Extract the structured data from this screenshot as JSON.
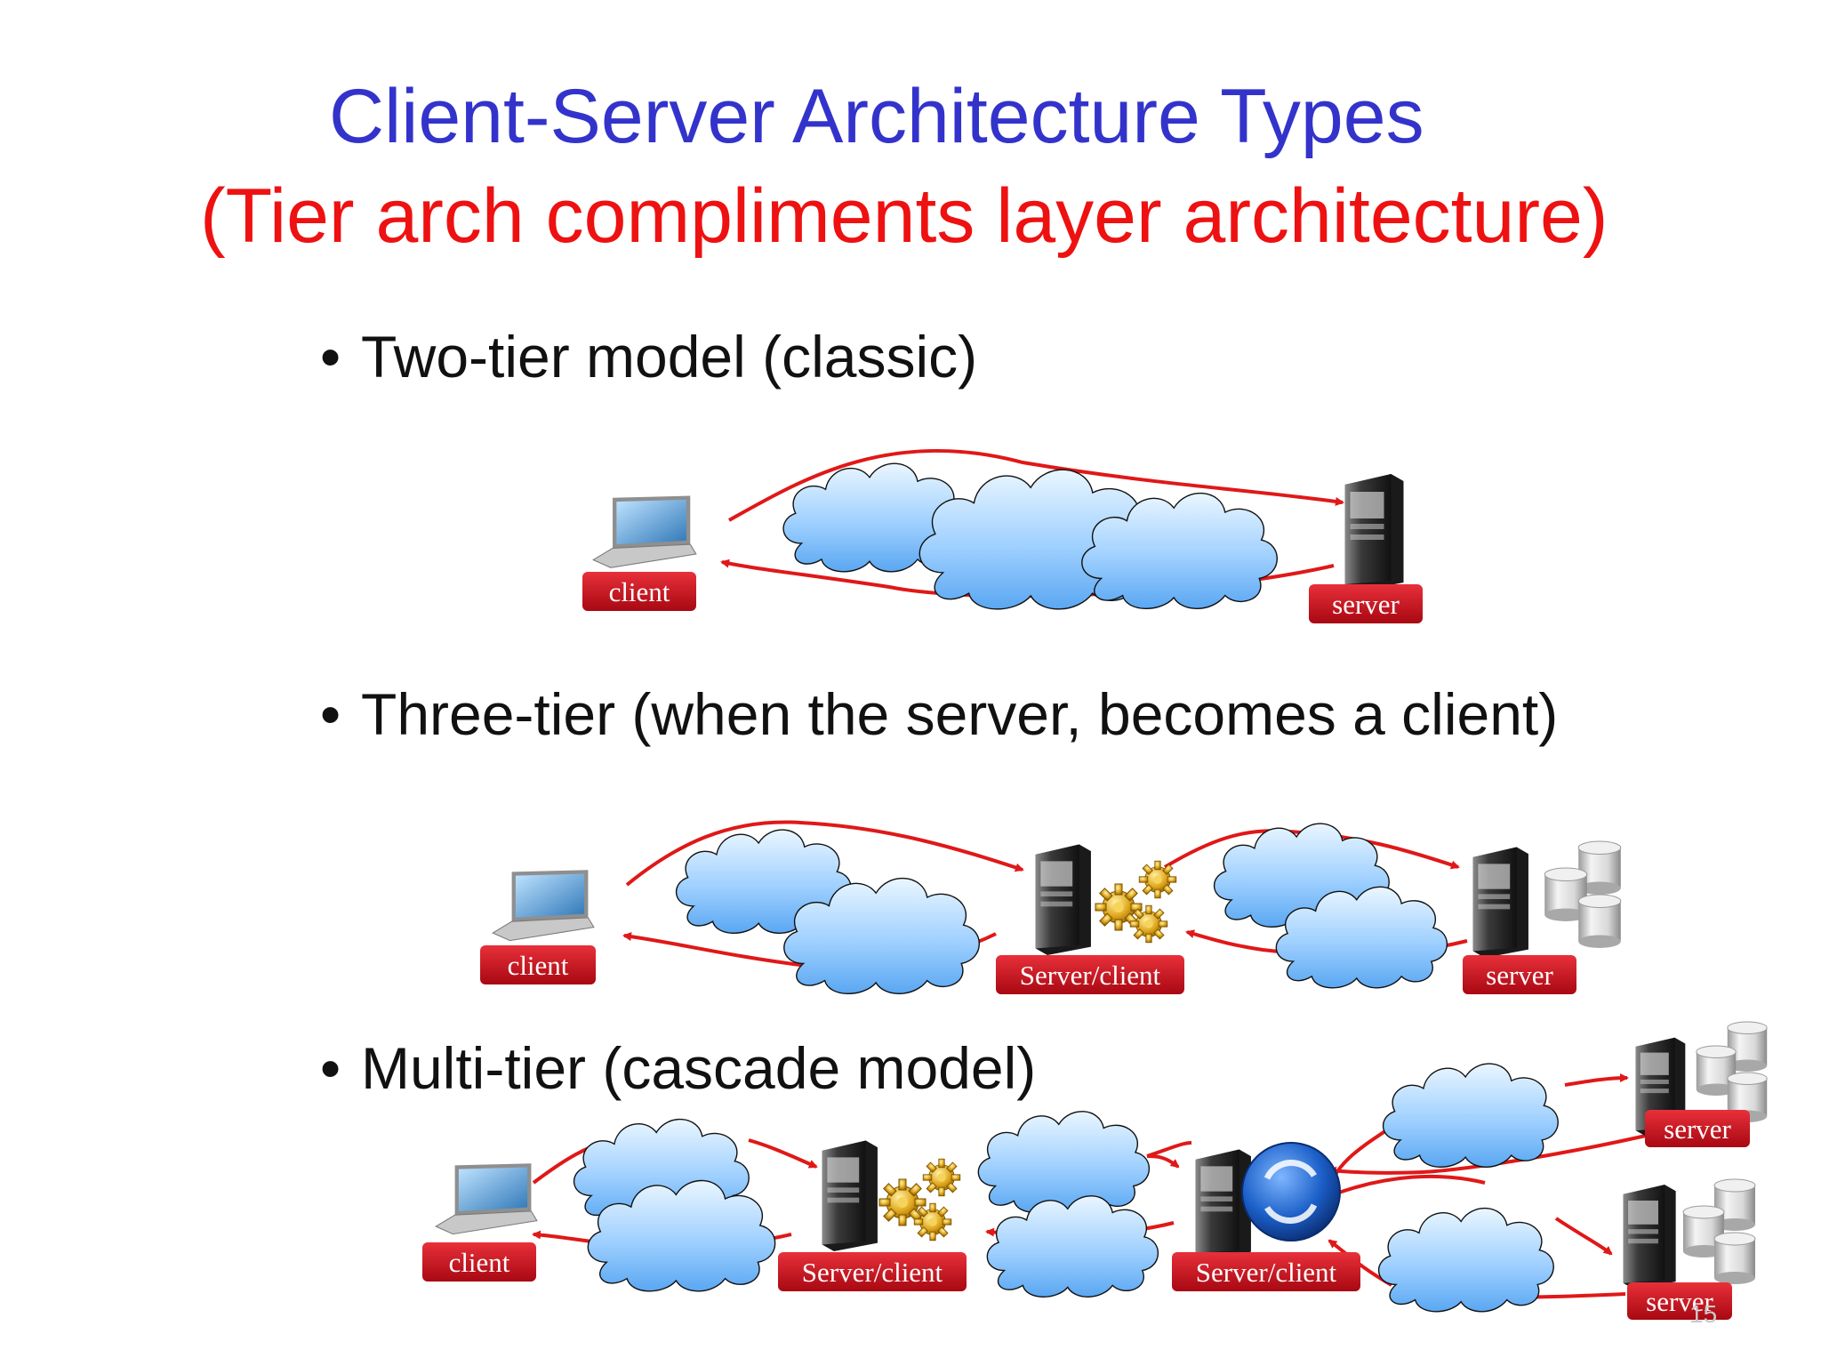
{
  "slide": {
    "title": "Client-Server Architecture Types",
    "subtitle": "(Tier arch compliments layer architecture)",
    "page_number": "15"
  },
  "bullets": [
    {
      "marker": "•",
      "text": "Two-tier model (classic)"
    },
    {
      "marker": "•",
      "text": "Three-tier (when the server, becomes a client)"
    },
    {
      "marker": "•",
      "text": "Multi-tier (cascade model)"
    }
  ],
  "diagram_labels": {
    "two_tier": {
      "client": "client",
      "server": "server"
    },
    "three_tier": {
      "client": "client",
      "middle": "Server/client",
      "server": "server"
    },
    "multi_tier": {
      "client": "client",
      "middle1": "Server/client",
      "middle2": "Server/client",
      "server_top": "server",
      "server_bottom": "server"
    }
  },
  "colors": {
    "title": "#3333cc",
    "subtitle": "#ee1111",
    "arrow": "#e01818",
    "label_bg": "#c4101c",
    "cloud_fill": "#9fd0ff"
  },
  "icons": [
    "laptop-icon",
    "server-tower-icon",
    "cloud-icon",
    "gears-icon",
    "database-icon",
    "sync-globe-icon"
  ]
}
